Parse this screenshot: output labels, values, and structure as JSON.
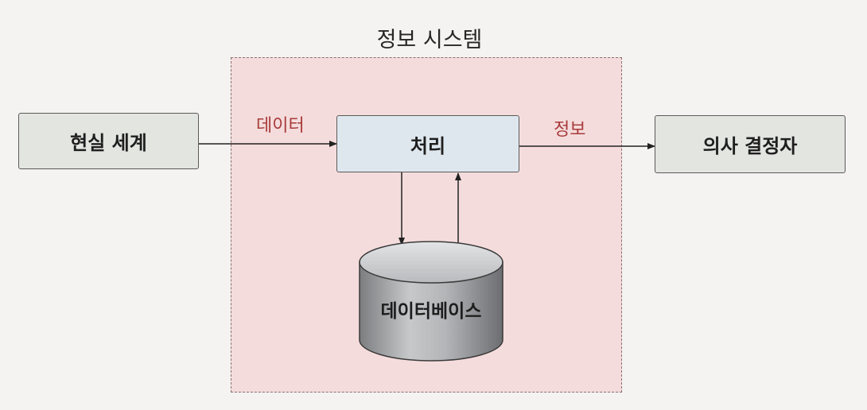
{
  "diagram": {
    "system_title": "정보 시스템",
    "nodes": {
      "real_world": "현실 세계",
      "process": "처리",
      "decision_maker": "의사 결정자",
      "database": "데이터베이스"
    },
    "edge_labels": {
      "data": "데이터",
      "information": "정보"
    },
    "colors": {
      "system_fill": "#f5dcdc",
      "edge_label": "#a83a3a",
      "node_fill": "#e3e5e1",
      "database_fill": "#a9aaad"
    }
  }
}
